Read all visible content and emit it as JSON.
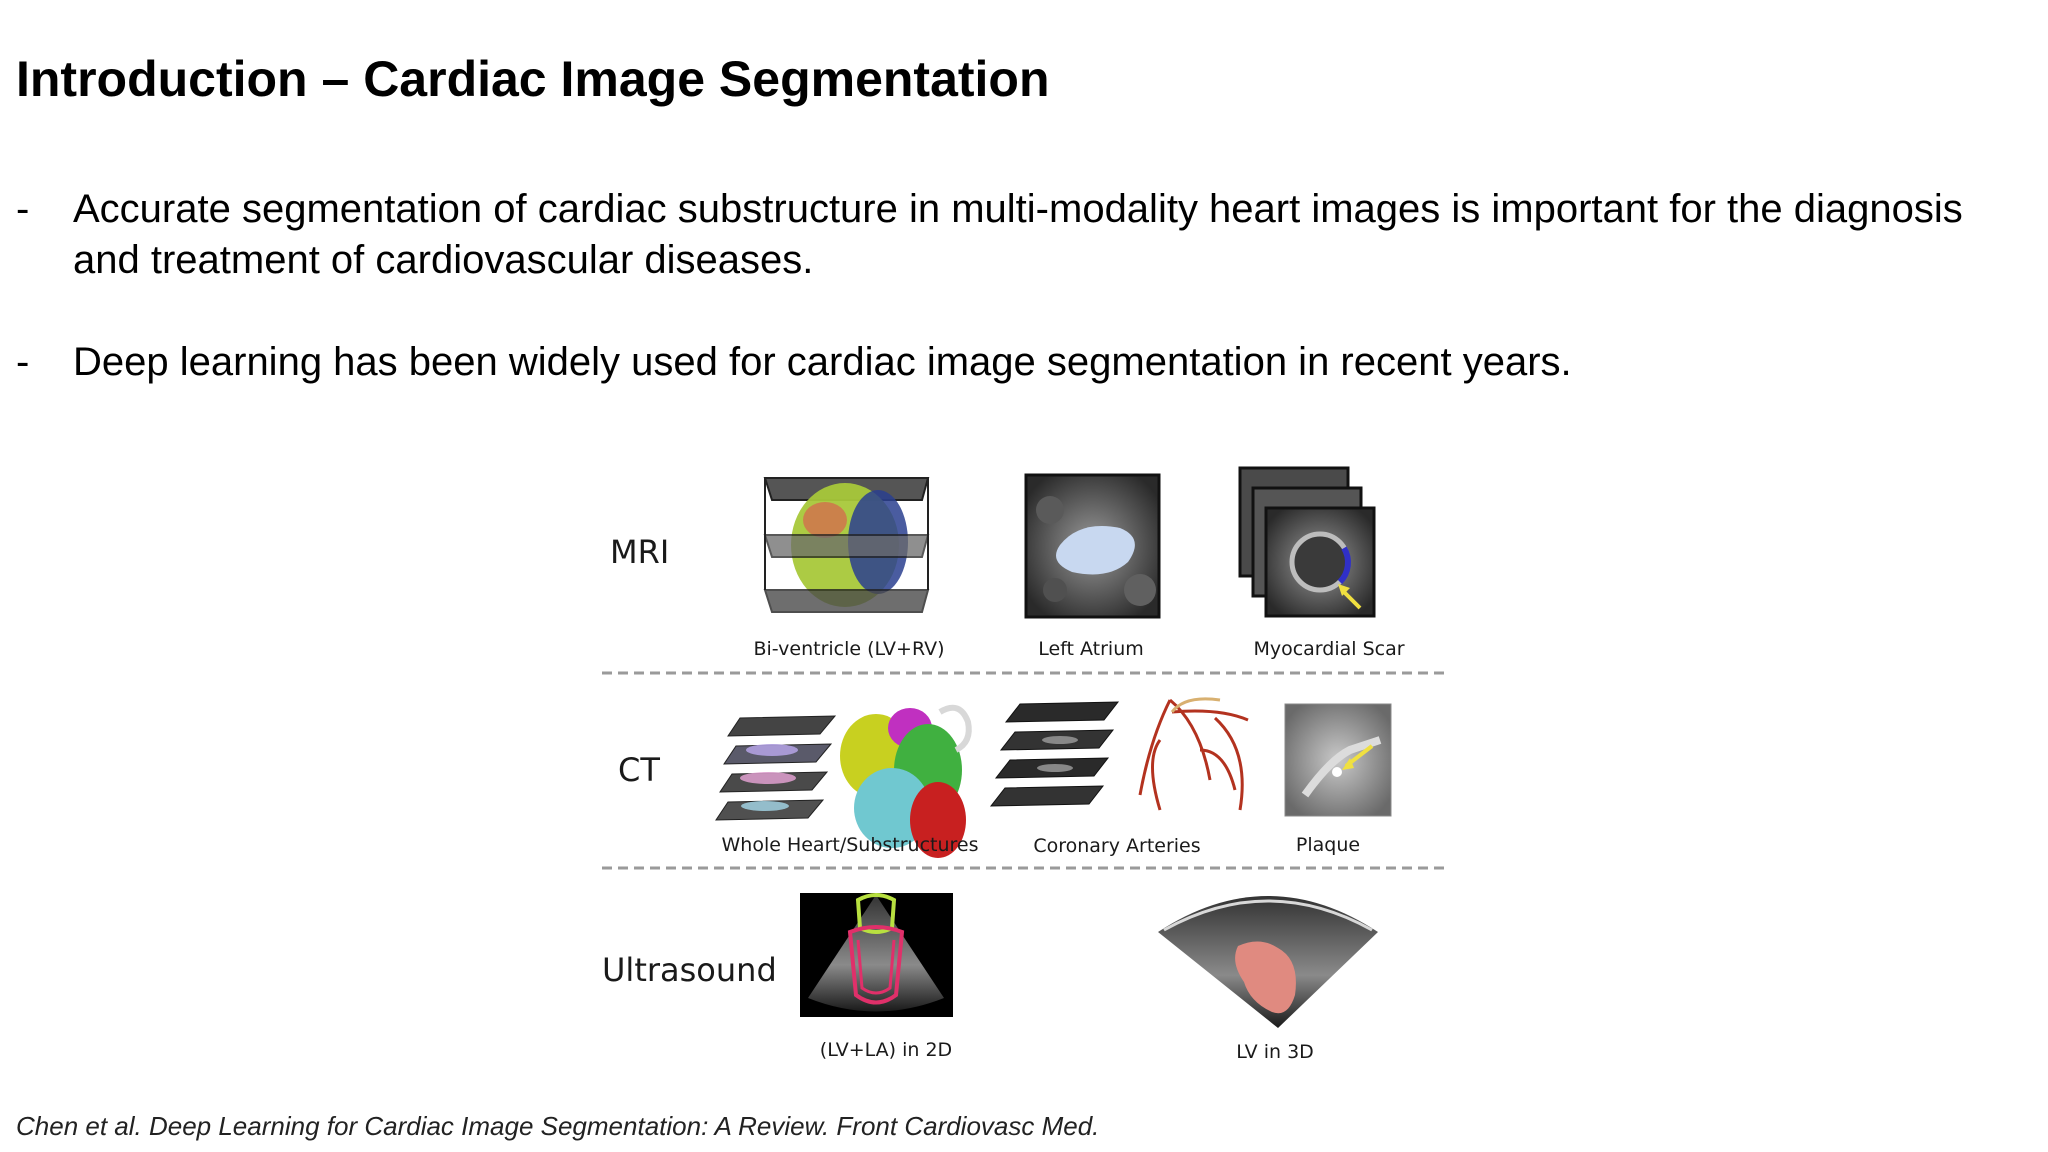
{
  "slide": {
    "title": "Introduction – Cardiac Image Segmentation",
    "bullets": [
      {
        "marker": "-",
        "text": "Accurate segmentation of cardiac substructure in multi-modality heart images is important for the diagnosis and treatment of cardiovascular diseases."
      },
      {
        "marker": "-",
        "text": "Deep learning has been widely used for cardiac image segmentation in recent years."
      }
    ],
    "citation": "Chen et al. Deep Learning for Cardiac Image Segmentation: A Review. Front Cardiovasc Med."
  },
  "figure": {
    "rows": [
      {
        "modality": "MRI",
        "panels": [
          {
            "label": "Bi-ventricle (LV+RV)",
            "icon": "stacked-slices-heart-icon"
          },
          {
            "label": "Left Atrium",
            "icon": "left-atrium-mri-icon"
          },
          {
            "label": "Myocardial Scar",
            "icon": "stacked-mri-scar-icon"
          }
        ]
      },
      {
        "modality": "CT",
        "panels": [
          {
            "label": "Whole Heart/Substructures",
            "icon": "whole-heart-model-icon"
          },
          {
            "label": "Coronary Arteries",
            "icon": "coronary-tree-icon"
          },
          {
            "label": "Plaque",
            "icon": "plaque-ct-icon"
          }
        ]
      },
      {
        "modality": "Ultrasound",
        "panels": [
          {
            "label": "(LV+LA) in 2D",
            "icon": "echo-2d-contour-icon"
          },
          {
            "label": "LV in 3D",
            "icon": "echo-3d-lv-icon"
          }
        ]
      }
    ],
    "colors": {
      "background": "#ffffff",
      "divider": "#9a9a9a",
      "lv_green": "#9acd32",
      "rv_blue": "#2a3f8f",
      "atrium_blue": "#c8d8f0",
      "scar_blue": "#3030c8",
      "arrow_yellow": "#f0e040",
      "artery_red": "#b3321f",
      "contour_pink": "#e0306a",
      "lv3d_pink": "#e08a80"
    }
  }
}
